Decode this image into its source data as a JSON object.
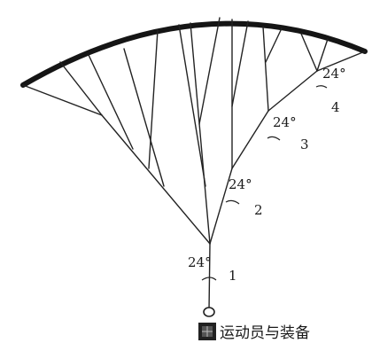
{
  "figure": {
    "angle_labels": [
      "24°",
      "24°",
      "24°",
      "24°"
    ],
    "stage_numbers": [
      "1",
      "2",
      "3",
      "4"
    ],
    "caption": "运动员与装备"
  }
}
